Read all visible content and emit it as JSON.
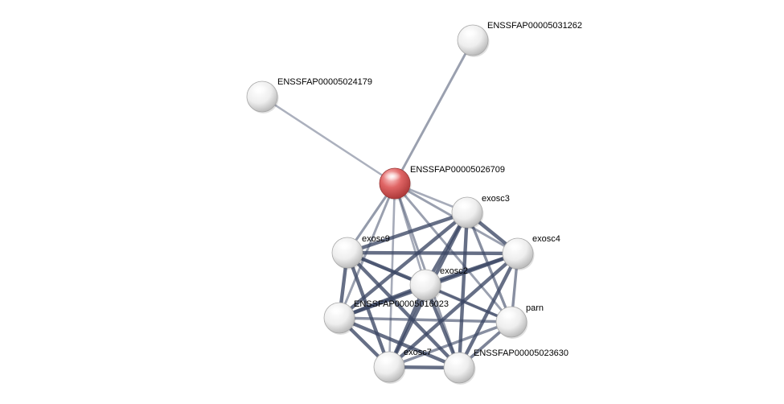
{
  "network": {
    "query_node": "ENSSFAP00005026709",
    "colors": {
      "query_node": "#e06565",
      "partner_node": "#eeeeee",
      "edge": "#3d4866"
    },
    "nodes": [
      {
        "id": "ENSSFAP00005031262",
        "label": "ENSSFAP00005031262",
        "query": false
      },
      {
        "id": "ENSSFAP00005024179",
        "label": "ENSSFAP00005024179",
        "query": false
      },
      {
        "id": "ENSSFAP00005026709",
        "label": "ENSSFAP00005026709",
        "query": true
      },
      {
        "id": "exosc3",
        "label": "exosc3",
        "query": false
      },
      {
        "id": "exosc9",
        "label": "exosc9",
        "query": false
      },
      {
        "id": "exosc4",
        "label": "exosc4",
        "query": false
      },
      {
        "id": "exosc2",
        "label": "exosc2",
        "query": false
      },
      {
        "id": "ENSSFAP00005016023",
        "label": "ENSSFAP00005016023",
        "query": false
      },
      {
        "id": "parn",
        "label": "parn",
        "query": false
      },
      {
        "id": "exosc7",
        "label": "exosc7",
        "query": false
      },
      {
        "id": "ENSSFAP00005023630",
        "label": "ENSSFAP00005023630",
        "query": false
      }
    ],
    "edges": [
      {
        "source": "ENSSFAP00005026709",
        "target": "ENSSFAP00005031262",
        "confidence": 0.45
      },
      {
        "source": "ENSSFAP00005026709",
        "target": "ENSSFAP00005024179",
        "confidence": 0.3
      },
      {
        "source": "ENSSFAP00005026709",
        "target": "exosc3",
        "confidence": 0.35
      },
      {
        "source": "ENSSFAP00005026709",
        "target": "exosc9",
        "confidence": 0.5
      },
      {
        "source": "ENSSFAP00005026709",
        "target": "exosc4",
        "confidence": 0.45
      },
      {
        "source": "ENSSFAP00005026709",
        "target": "exosc2",
        "confidence": 0.35
      },
      {
        "source": "ENSSFAP00005026709",
        "target": "ENSSFAP00005016023",
        "confidence": 0.45
      },
      {
        "source": "ENSSFAP00005026709",
        "target": "parn",
        "confidence": 0.45
      },
      {
        "source": "ENSSFAP00005026709",
        "target": "exosc7",
        "confidence": 0.35
      },
      {
        "source": "ENSSFAP00005026709",
        "target": "ENSSFAP00005023630",
        "confidence": 0.45
      },
      {
        "source": "exosc3",
        "target": "exosc9",
        "confidence": 0.9
      },
      {
        "source": "exosc3",
        "target": "exosc4",
        "confidence": 0.9
      },
      {
        "source": "exosc3",
        "target": "exosc2",
        "confidence": 0.9
      },
      {
        "source": "exosc3",
        "target": "ENSSFAP00005016023",
        "confidence": 0.9
      },
      {
        "source": "exosc3",
        "target": "parn",
        "confidence": 0.6
      },
      {
        "source": "exosc3",
        "target": "exosc7",
        "confidence": 0.9
      },
      {
        "source": "exosc3",
        "target": "ENSSFAP00005023630",
        "confidence": 0.9
      },
      {
        "source": "exosc9",
        "target": "exosc4",
        "confidence": 0.9
      },
      {
        "source": "exosc9",
        "target": "exosc2",
        "confidence": 0.9
      },
      {
        "source": "exosc9",
        "target": "ENSSFAP00005016023",
        "confidence": 0.9
      },
      {
        "source": "exosc9",
        "target": "parn",
        "confidence": 0.6
      },
      {
        "source": "exosc9",
        "target": "exosc7",
        "confidence": 0.9
      },
      {
        "source": "exosc9",
        "target": "ENSSFAP00005023630",
        "confidence": 0.9
      },
      {
        "source": "exosc4",
        "target": "exosc2",
        "confidence": 0.9
      },
      {
        "source": "exosc4",
        "target": "ENSSFAP00005016023",
        "confidence": 0.9
      },
      {
        "source": "exosc4",
        "target": "parn",
        "confidence": 0.6
      },
      {
        "source": "exosc4",
        "target": "exosc7",
        "confidence": 0.9
      },
      {
        "source": "exosc4",
        "target": "ENSSFAP00005023630",
        "confidence": 0.9
      },
      {
        "source": "exosc2",
        "target": "ENSSFAP00005016023",
        "confidence": 0.9
      },
      {
        "source": "exosc2",
        "target": "parn",
        "confidence": 0.6
      },
      {
        "source": "exosc2",
        "target": "exosc7",
        "confidence": 0.9
      },
      {
        "source": "exosc2",
        "target": "ENSSFAP00005023630",
        "confidence": 0.9
      },
      {
        "source": "ENSSFAP00005016023",
        "target": "parn",
        "confidence": 0.6
      },
      {
        "source": "ENSSFAP00005016023",
        "target": "exosc7",
        "confidence": 0.9
      },
      {
        "source": "ENSSFAP00005016023",
        "target": "ENSSFAP00005023630",
        "confidence": 0.9
      },
      {
        "source": "parn",
        "target": "exosc7",
        "confidence": 0.6
      },
      {
        "source": "parn",
        "target": "ENSSFAP00005023630",
        "confidence": 0.7
      },
      {
        "source": "exosc7",
        "target": "ENSSFAP00005023630",
        "confidence": 0.9
      }
    ]
  }
}
